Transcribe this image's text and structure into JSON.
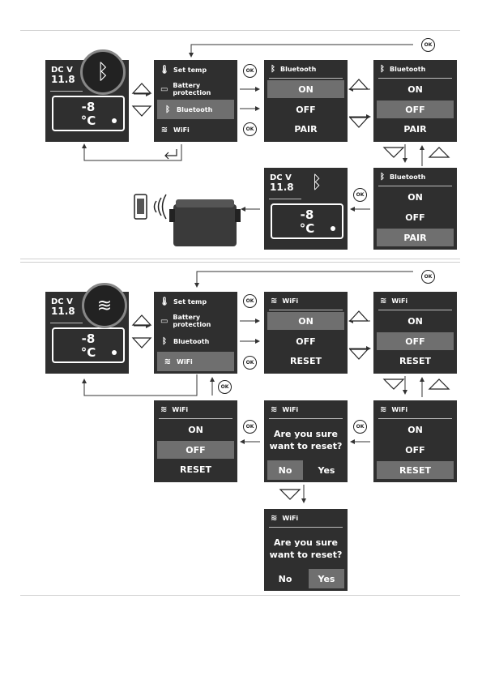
{
  "common": {
    "dcv_label": "DC V",
    "dcv_value": "11.8",
    "temp_value": "-8",
    "temp_unit": "°C",
    "ok": "OK",
    "menu": {
      "set_temp": "Set temp",
      "battery": "Battery protection",
      "bluetooth": "Bluetooth",
      "wifi": "WiFi"
    }
  },
  "bluetooth_section": {
    "header": "Bluetooth",
    "options": [
      "ON",
      "OFF",
      "PAIR"
    ]
  },
  "wifi_section": {
    "header": "WiFi",
    "options": [
      "ON",
      "OFF",
      "RESET"
    ],
    "question_line1": "Are you sure",
    "question_line2": "want to reset?",
    "no": "No",
    "yes": "Yes"
  },
  "icons": {
    "bluetooth": "bluetooth-icon",
    "wifi": "wifi-icon",
    "thermometer": "thermometer-icon",
    "battery": "battery-icon",
    "phone": "phone-icon",
    "cooler": "cooler-box-icon",
    "return": "return-icon",
    "triangle_up": "triangle-up-icon",
    "triangle_down": "triangle-down-icon"
  }
}
